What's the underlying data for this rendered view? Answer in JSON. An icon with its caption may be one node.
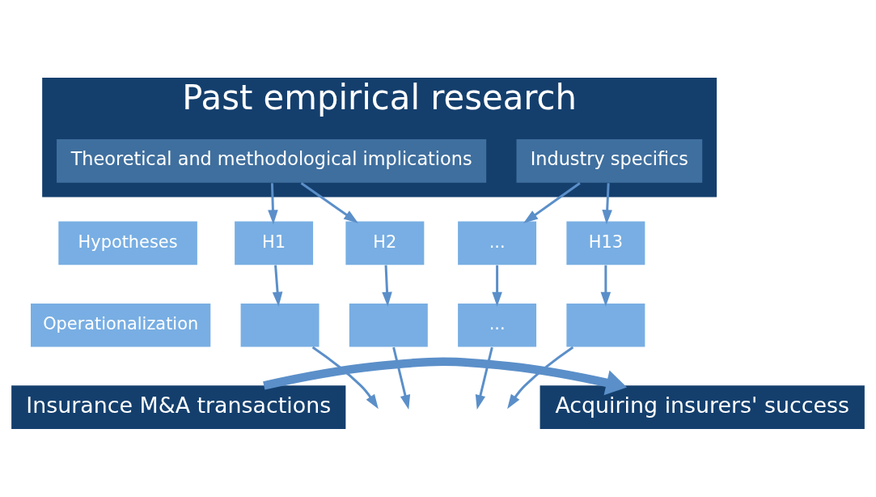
{
  "diagram": {
    "nodes": [
      {
        "text": [
          "Past empirical research"
        ]
      },
      {
        "text": [
          "Theoretical and methodological implications"
        ],
        "in": 0
      },
      {
        "text": [
          "Industry specifics"
        ],
        "in": 0
      },
      {
        "text": [
          "Hypotheses"
        ]
      },
      {
        "text": [
          "H1"
        ]
      },
      {
        "text": [
          "H2"
        ]
      },
      {
        "text": [
          "..."
        ]
      },
      {
        "text": [
          "H13"
        ]
      },
      {
        "text": [
          "Operationalization"
        ]
      },
      {
        "text": [],
        "shape": "box"
      },
      {
        "text": [],
        "shape": "box"
      },
      {
        "text": [
          "..."
        ]
      },
      {
        "text": [],
        "shape": "box"
      },
      {
        "text": [
          "Insurance M&A transactions"
        ]
      },
      {
        "text": [
          "Acquiring insurers' success"
        ]
      }
    ],
    "edges": [
      {
        "from": 1,
        "to": 4,
        "arrow": "to"
      },
      {
        "from": 1,
        "to": 5,
        "arrow": "to"
      },
      {
        "from": 2,
        "to": 6,
        "arrow": "to"
      },
      {
        "from": 2,
        "to": 7,
        "arrow": "to"
      },
      {
        "from": 4,
        "to": 9,
        "arrow": "to"
      },
      {
        "from": 5,
        "to": 10,
        "arrow": "to"
      },
      {
        "from": 6,
        "to": 11,
        "arrow": "to"
      },
      {
        "from": 7,
        "to": 12,
        "arrow": "to"
      },
      {
        "from": 9,
        "to": null,
        "arrow": "to"
      },
      {
        "from": 10,
        "to": null,
        "arrow": "to"
      },
      {
        "from": 11,
        "to": null,
        "arrow": "to"
      },
      {
        "from": 12,
        "to": null,
        "arrow": "to"
      },
      {
        "from": 13,
        "to": 14,
        "arrow": "to",
        "style": "thick"
      }
    ]
  }
}
